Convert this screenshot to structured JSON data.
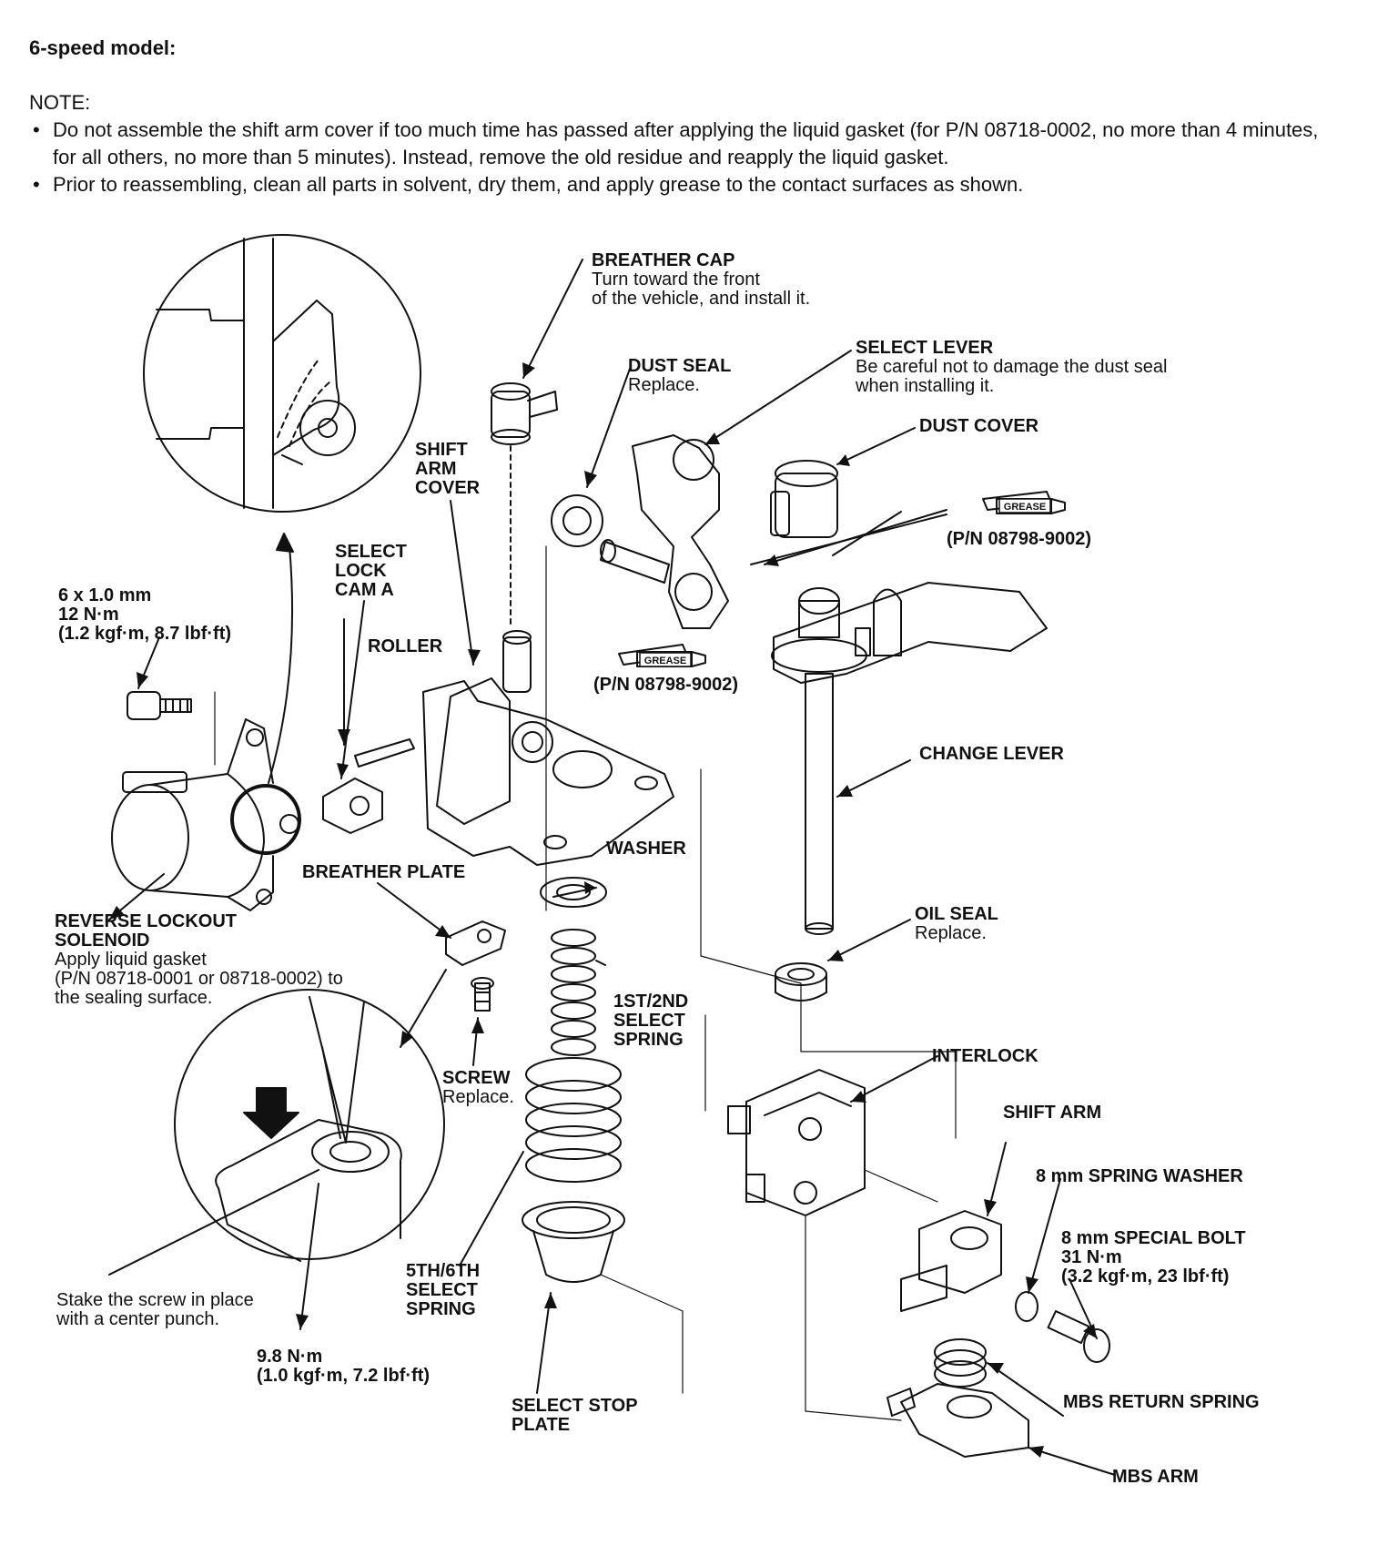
{
  "header": {
    "title": "6-speed model:",
    "note_label": "NOTE:",
    "notes": [
      "Do not assemble the shift arm cover if too much time has passed after applying the liquid gasket (for P/N 08718-0002, no more than 4 minutes, for all others, no more than 5 minutes). Instead, remove the old residue and reapply the liquid gasket.",
      "Prior to reassembling, clean all parts in solvent, dry them, and apply grease to the contact surfaces as shown."
    ]
  },
  "labels": {
    "breather_cap": {
      "title": "BREATHER CAP",
      "line1": "Turn toward the front",
      "line2": "of the vehicle, and install it."
    },
    "dust_seal": {
      "title": "DUST SEAL",
      "line1": "Replace."
    },
    "select_lever": {
      "title": "SELECT LEVER",
      "line1": "Be careful not to damage the dust seal",
      "line2": "when installing it."
    },
    "dust_cover": {
      "title": "DUST COVER"
    },
    "grease_pn_right": "(P/N 08798-9002)",
    "grease_pn_center": "(P/N 08798-9002)",
    "grease_badge": "GREASE",
    "shift_arm_cover": {
      "line1": "SHIFT",
      "line2": "ARM",
      "line3": "COVER"
    },
    "select_lock_cam": {
      "line1": "SELECT",
      "line2": "LOCK",
      "line3": "CAM A"
    },
    "roller": "ROLLER",
    "bolt_6mm": {
      "line1": "6 x 1.0 mm",
      "line2": "12 N·m",
      "line3": "(1.2 kgf·m, 8.7 lbf·ft)"
    },
    "change_lever": "CHANGE LEVER",
    "washer": "WASHER",
    "breather_plate": "BREATHER PLATE",
    "oil_seal": {
      "title": "OIL SEAL",
      "line1": "Replace."
    },
    "reverse_lockout": {
      "line1": "REVERSE LOCKOUT",
      "line2": "SOLENOID",
      "line3": "Apply liquid gasket",
      "line4": "(P/N 08718-0001 or 08718-0002) to",
      "line5": "the sealing surface."
    },
    "select_spring_12": {
      "line1": "1ST/2ND",
      "line2": "SELECT",
      "line3": "SPRING"
    },
    "interlock": "INTERLOCK",
    "screw": {
      "title": "SCREW",
      "line1": "Replace."
    },
    "shift_arm": "SHIFT ARM",
    "spring_washer_8mm": "8 mm SPRING WASHER",
    "special_bolt_8mm": {
      "line1": "8 mm SPECIAL BOLT",
      "line2": "31 N·m",
      "line3": "(3.2 kgf·m, 23 lbf·ft)"
    },
    "select_spring_56": {
      "line1": "5TH/6TH",
      "line2": "SELECT",
      "line3": "SPRING"
    },
    "stake_screw": {
      "line1": "Stake the screw in place",
      "line2": "with a center punch."
    },
    "torque_98": {
      "line1": "9.8 N·m",
      "line2": "(1.0 kgf·m, 7.2 lbf·ft)"
    },
    "mbs_return_spring": "MBS RETURN SPRING",
    "select_stop_plate": {
      "line1": "SELECT STOP",
      "line2": "PLATE"
    },
    "mbs_arm": "MBS ARM"
  }
}
